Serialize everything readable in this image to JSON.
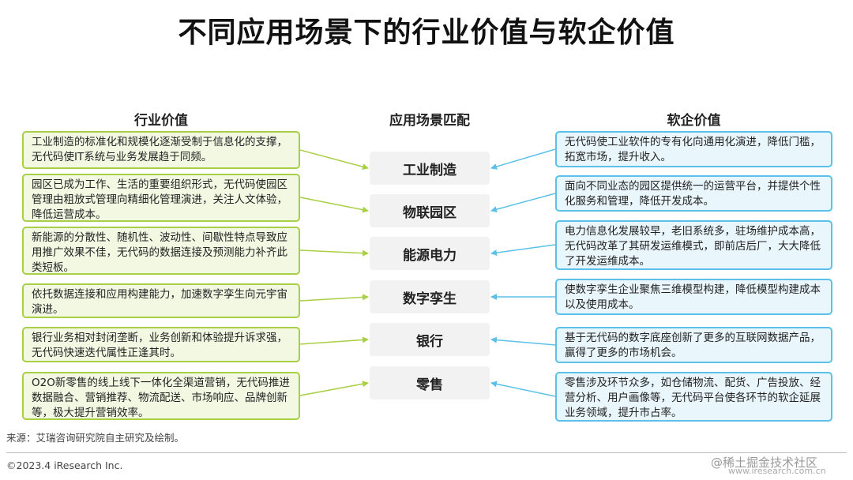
{
  "title": "不同应用场景下的行业价值与软企价值",
  "headers": {
    "left": "行业价值",
    "center": "应用场景匹配",
    "right": "软企价值"
  },
  "rows": [
    {
      "scene": "工业制造",
      "industry": "工业制造的标准化和规模化逐渐受制于信息化的支撑，无代码使IT系统与业务发展趋于同频。",
      "vendor": "无代码使工业软件的专有化向通用化演进，降低门槛，拓宽市场，提升收入。"
    },
    {
      "scene": "物联园区",
      "industry": "园区已成为工作、生活的重要组织形式，无代码使园区管理由粗放式管理向精细化管理演进，关注人文体验，降低运营成本。",
      "vendor": "面向不同业态的园区提供统一的运营平台，并提供个性化服务和管理，降低开发成本。"
    },
    {
      "scene": "能源电力",
      "industry": "新能源的分散性、随机性、波动性、间歇性特点导致应用推广效果不佳，无代码的数据连接及预测能力补齐此类短板。",
      "vendor": "电力信息化发展较早，老旧系统多，驻场维护成本高，无代码改革了其研发运维模式，即前店后厂，大大降低了开发运维成本。"
    },
    {
      "scene": "数字孪生",
      "industry": "依托数据连接和应用构建能力，加速数字孪生向元宇宙演进。",
      "vendor": "使数字孪生企业聚焦三维模型构建，降低模型构建成本以及使用成本。"
    },
    {
      "scene": "银行",
      "industry": "银行业务相对封闭垄断，业务创新和体验提升诉求强，无代码快速迭代属性正逢其时。",
      "vendor": "基于无代码的数字底座创新了更多的互联网数据产品，赢得了更多的市场机会。"
    },
    {
      "scene": "零售",
      "industry": "O2O新零售的线上线下一体化全渠道营销，无代码推进数据融合、营销推荐、物流配送、市场响应、品牌创新等，极大提升营销效率。",
      "vendor": "零售涉及环节众多，如仓储物流、配货、广告投放、经营分析、用户画像等，无代码平台使各环节的软企延展业务领域，提升市占率。"
    }
  ],
  "source": "来源：艾瑞咨询研究院自主研究及绘制。",
  "copyright": "©2023.4 iResearch Inc.",
  "watermark": "@稀土掘金技术社区",
  "watermark_url": "www.iresearch.com.cn",
  "colors": {
    "left_border": "#a8cf45",
    "right_border": "#5bc1e8",
    "center_bg": "#f2f2f2"
  }
}
